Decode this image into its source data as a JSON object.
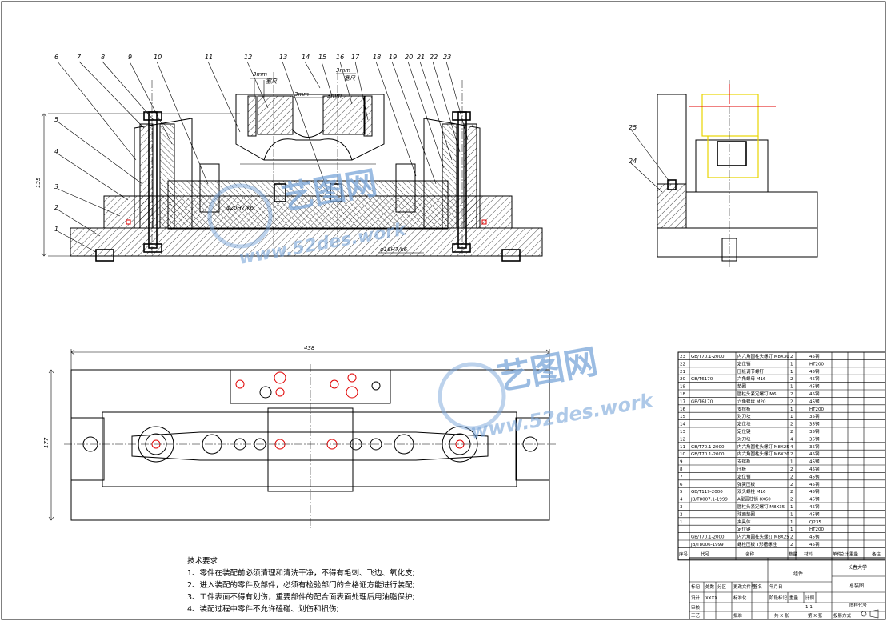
{
  "tech": {
    "title": "技术要求",
    "items": [
      "1、零件在装配前必须清理和清洗干净，不得有毛刺、飞边、氧化皮;",
      "2、进入装配的零件及部件，必须有检验部门的合格证方能进行装配;",
      "3、工件表面不得有划伤，重要部件的配合面表面处理后用油脂保护;",
      "4、装配过程中零件不允许磕碰、划伤和损伤;"
    ]
  },
  "part_labels": [
    "1",
    "2",
    "3",
    "4",
    "5",
    "6",
    "7",
    "8",
    "9",
    "10",
    "11",
    "12",
    "13",
    "14",
    "15",
    "16",
    "17",
    "18",
    "19",
    "20",
    "21",
    "22",
    "23",
    "24",
    "25"
  ],
  "dims": {
    "height_left": "135",
    "width_plan": "438",
    "height_plan": "177",
    "gauge_a": "3mm",
    "gauge_b": "3mm",
    "gauge_c": "3mm",
    "gauge_d": "3mm",
    "feeler_a": "塞尺",
    "feeler_b": "塞尺",
    "fit_a": "φ20H7/k6",
    "fit_b": "φ16H7/k6"
  },
  "watermark": {
    "brand": "艺图网",
    "url": "www.52des.work"
  },
  "bom": {
    "header": [
      "序号",
      "代号",
      "名称",
      "数量",
      "材料",
      "单件",
      "总计",
      "重量",
      "备注"
    ],
    "rows": [
      {
        "no": "23",
        "code": "GB/T70.1-2000",
        "name": "内六角圆柱头螺钉 M8X30",
        "qty": "2",
        "mat": "45钢"
      },
      {
        "no": "22",
        "code": "",
        "name": "定位销",
        "qty": "1",
        "mat": "HT200"
      },
      {
        "no": "21",
        "code": "",
        "name": "压板调节螺钉",
        "qty": "1",
        "mat": "45钢"
      },
      {
        "no": "20",
        "code": "GB/T6170",
        "name": "六角螺母 M16",
        "qty": "2",
        "mat": "45钢"
      },
      {
        "no": "19",
        "code": "",
        "name": "垫圈",
        "qty": "1",
        "mat": "45钢"
      },
      {
        "no": "18",
        "code": "",
        "name": "圆柱头紧定螺钉 M6",
        "qty": "2",
        "mat": "45钢"
      },
      {
        "no": "17",
        "code": "GB/T6170",
        "name": "六角螺母 M20",
        "qty": "2",
        "mat": "45钢"
      },
      {
        "no": "16",
        "code": "",
        "name": "支撑板",
        "qty": "1",
        "mat": "HT200"
      },
      {
        "no": "15",
        "code": "",
        "name": "对刀块",
        "qty": "1",
        "mat": "35钢"
      },
      {
        "no": "14",
        "code": "",
        "name": "定位块",
        "qty": "2",
        "mat": "35钢"
      },
      {
        "no": "13",
        "code": "",
        "name": "定位键",
        "qty": "2",
        "mat": "35钢"
      },
      {
        "no": "12",
        "code": "",
        "name": "对刀块",
        "qty": "4",
        "mat": "35钢"
      },
      {
        "no": "11",
        "code": "GB/T70.1-2000",
        "name": "内六角圆柱头螺钉 M8X25",
        "qty": "4",
        "mat": "35钢"
      },
      {
        "no": "10",
        "code": "GB/T70.1-2000",
        "name": "内六角圆柱头螺钉 M6X20",
        "qty": "2",
        "mat": "45钢"
      },
      {
        "no": "9",
        "code": "",
        "name": "支撑板",
        "qty": "1",
        "mat": "45钢"
      },
      {
        "no": "8",
        "code": "",
        "name": "压板",
        "qty": "2",
        "mat": "45钢"
      },
      {
        "no": "7",
        "code": "",
        "name": "定位销",
        "qty": "2",
        "mat": "45钢"
      },
      {
        "no": "6",
        "code": "",
        "name": "弹簧压板",
        "qty": "2",
        "mat": "45钢"
      },
      {
        "no": "5",
        "code": "GB/T119-2000",
        "name": "双头螺柱 M16",
        "qty": "2",
        "mat": "45钢"
      },
      {
        "no": "4",
        "code": "JB/T8007.1-1999",
        "name": "A型圆柱销 8X60",
        "qty": "2",
        "mat": "45钢"
      },
      {
        "no": "3",
        "code": "",
        "name": "圆柱头紧定螺钉 M8X35",
        "qty": "1",
        "mat": "45钢"
      },
      {
        "no": "2",
        "code": "",
        "name": "球面垫圈",
        "qty": "1",
        "mat": "45钢"
      },
      {
        "no": "1",
        "code": "",
        "name": "夹具体",
        "qty": "1",
        "mat": "Q235"
      },
      {
        "no": "",
        "code": "",
        "name": "定位键",
        "qty": "1",
        "mat": "HT200"
      },
      {
        "no": "",
        "code": "GB/T70.1-2000",
        "name": "内六角圆柱头螺钉 M8X25",
        "qty": "2",
        "mat": "45钢"
      },
      {
        "no": "",
        "code": "JB/T8006-1999",
        "name": "螺栓压板 T形槽螺栓",
        "qty": "2",
        "mat": "45钢"
      }
    ]
  },
  "title_block": {
    "drawing_name": "组件",
    "school": "长春大学",
    "title": "总装图",
    "scale_label": "比例",
    "scale": "1:1",
    "weight_label": "重量",
    "stage_label": "阶段标记",
    "sheet_total": "共 X 张",
    "sheet_no": "第 X 张",
    "design": "设计",
    "design_name": "XXXX",
    "check": "审核",
    "process": "工艺",
    "approve": "批准",
    "std": "标准化",
    "sign": "签名",
    "date": "年月日",
    "mark": "标记",
    "count": "处数",
    "zone": "分区",
    "change_doc": "更改文件号",
    "proj": "投影方式",
    "code_label": "图样代号"
  }
}
